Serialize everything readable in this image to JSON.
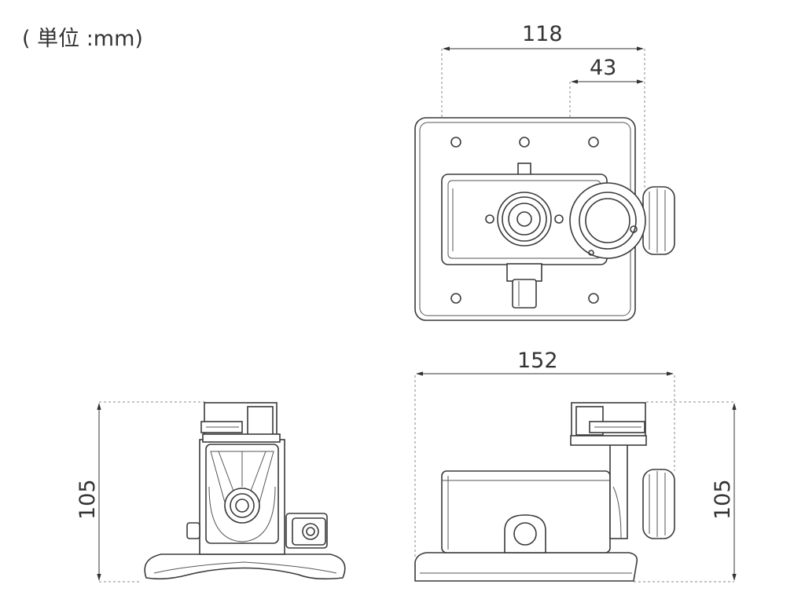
{
  "unit_label": "( 単位 :mm)",
  "dimensions": {
    "top_width": "118",
    "top_offset": "43",
    "front_width": "152",
    "side_height": "105",
    "front_height": "105"
  }
}
